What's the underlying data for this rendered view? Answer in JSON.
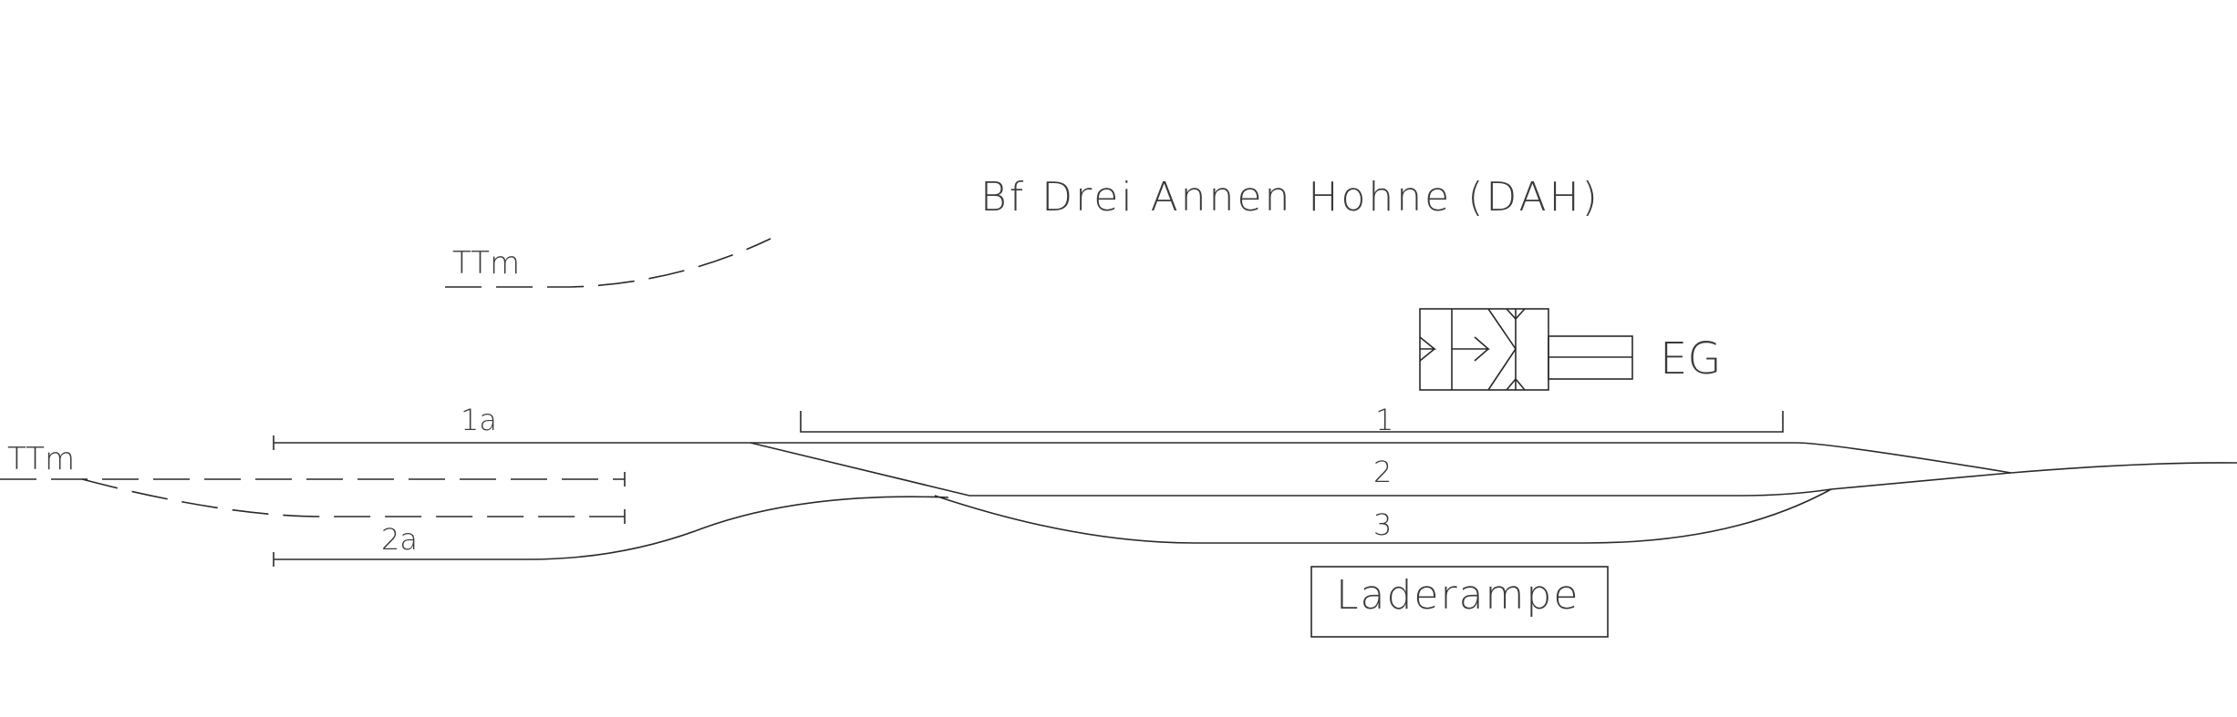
{
  "title": "Bf Drei Annen Hohne (DAH)",
  "labels": {
    "ttm_upper": "TTm",
    "ttm_left": "TTm",
    "track_1a": "1a",
    "track_2a": "2a",
    "track_1": "1",
    "track_2": "2",
    "track_3": "3",
    "building": "EG",
    "ramp": "Laderampe"
  }
}
